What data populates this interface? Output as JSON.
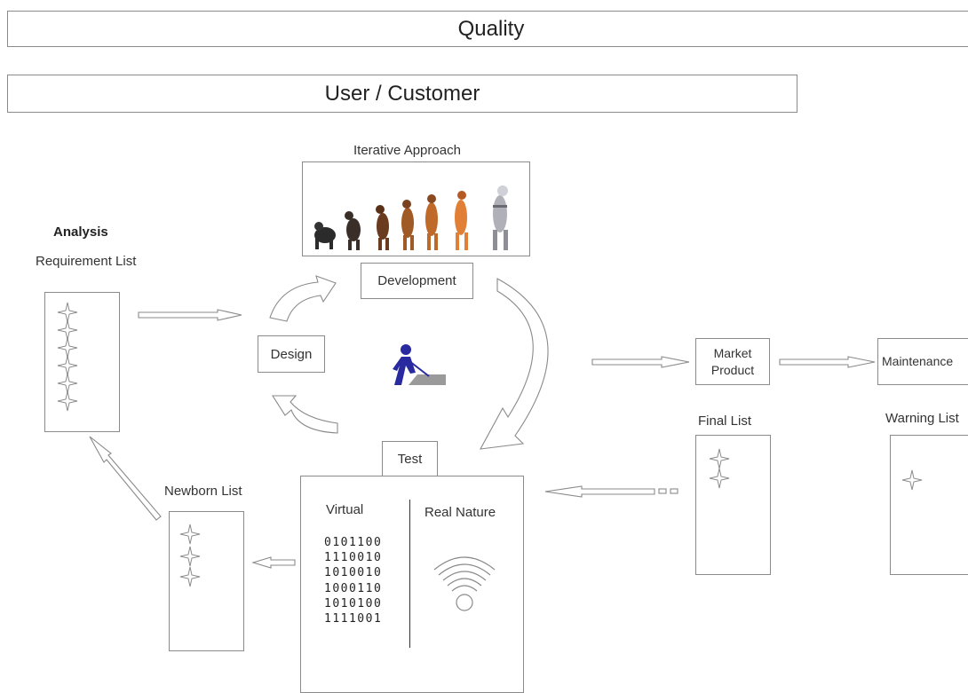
{
  "banners": {
    "quality": "Quality",
    "user_customer": "User / Customer"
  },
  "iterative": {
    "title": "Iterative Approach",
    "image_icon": "evolution-of-man-icon"
  },
  "analysis": {
    "heading": "Analysis",
    "requirement_list_label": "Requirement List"
  },
  "nodes": {
    "development": "Development",
    "design": "Design",
    "test": "Test",
    "market_product_line1": "Market",
    "market_product_line2": "Product",
    "maintenance": "Maintenance"
  },
  "lists": {
    "final_list": "Final List",
    "warning_list": "Warning List",
    "newborn_list": "Newborn List"
  },
  "test_panel": {
    "virtual": "Virtual",
    "real_nature": "Real Nature",
    "binary": [
      "0101100",
      "1110010",
      "1010010",
      "1000110",
      "1010100",
      "1111001"
    ]
  },
  "icons": {
    "worker": "construction-worker-icon",
    "signal": "wifi-signal-icon",
    "item": "four-point-star-icon"
  },
  "colors": {
    "outline": "#8a8a8a",
    "worker": "#2a2aa0",
    "pile": "#9a9a9a"
  }
}
